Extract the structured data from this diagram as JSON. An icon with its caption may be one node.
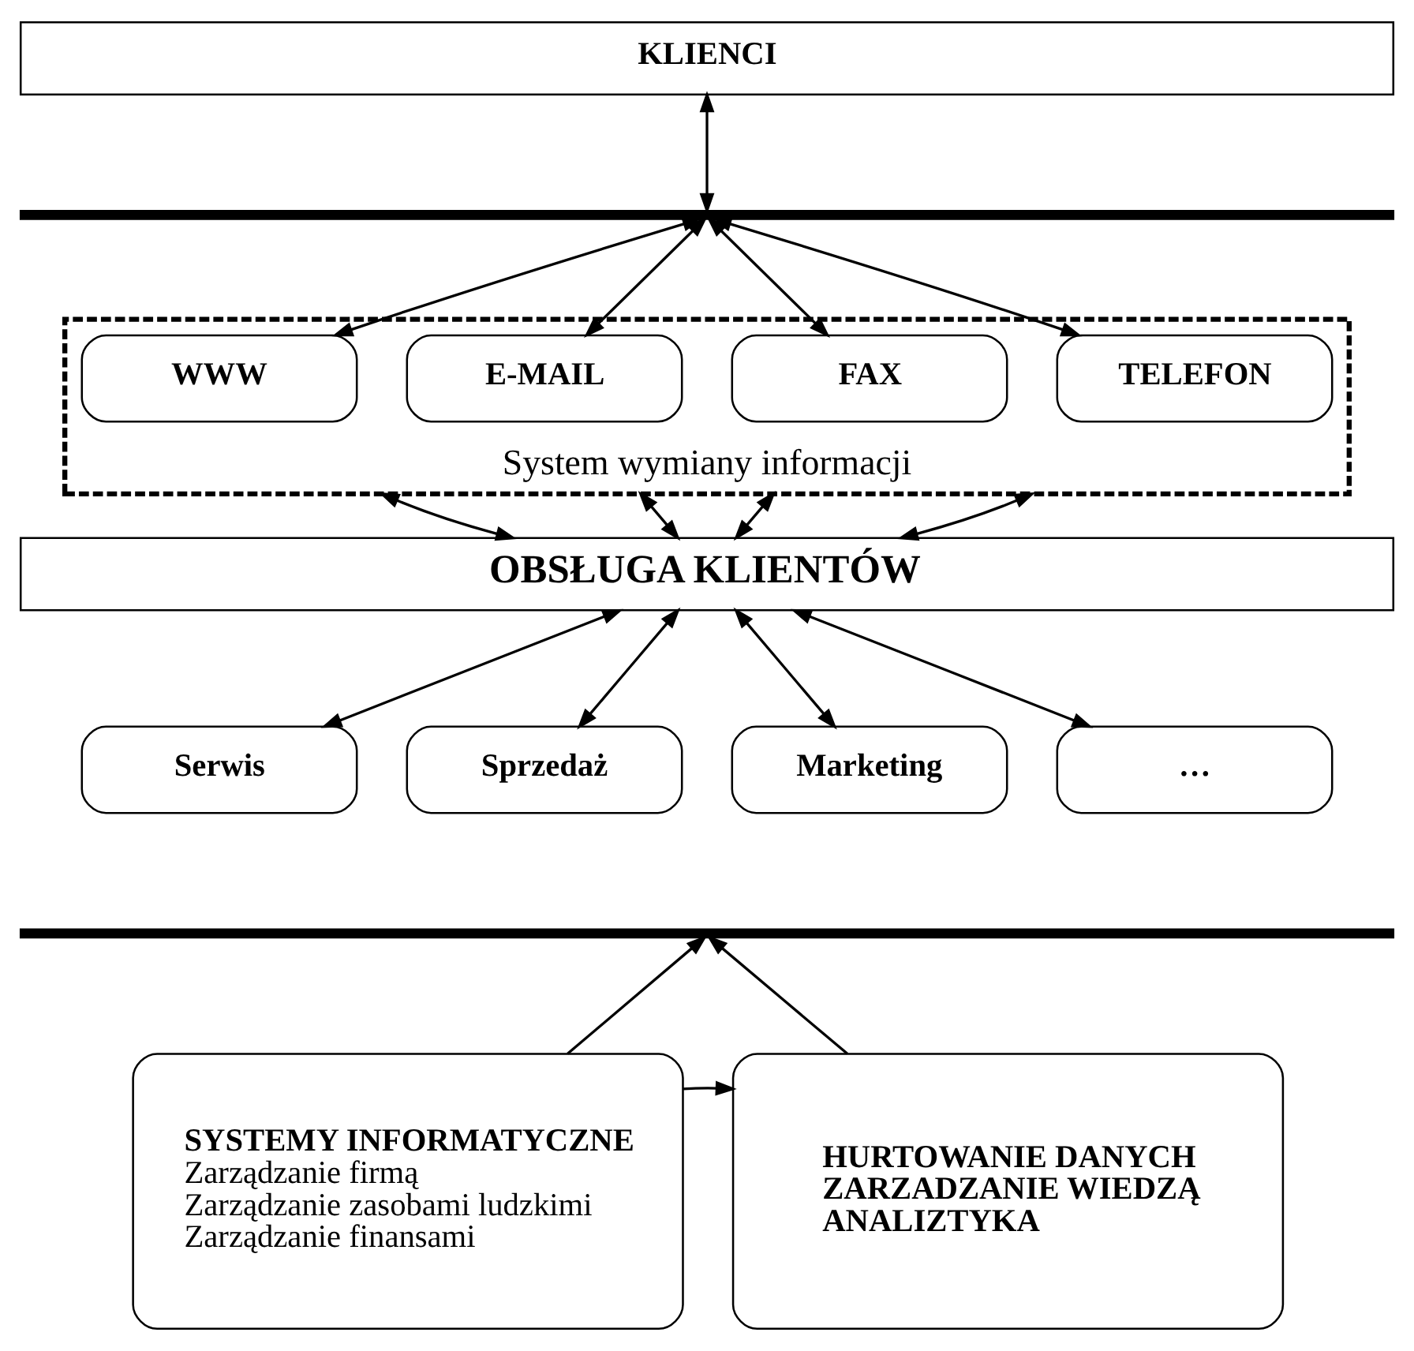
{
  "diagram": {
    "nodes": [
      {
        "text": [
          "KLIENCI"
        ]
      },
      {
        "text": [],
        "shape": "bar"
      },
      {
        "text": [
          "System wymiany informacji"
        ]
      },
      {
        "text": [
          "WWW"
        ],
        "in": 2
      },
      {
        "text": [
          "E-MAIL"
        ],
        "in": 2
      },
      {
        "text": [
          "FAX"
        ],
        "in": 2
      },
      {
        "text": [
          "TELEFON"
        ],
        "in": 2
      },
      {
        "text": [
          "OBSŁUGA KLIENTÓW"
        ]
      },
      {
        "text": [
          "Serwis"
        ]
      },
      {
        "text": [
          "Sprzedaż"
        ]
      },
      {
        "text": [
          "Marketing"
        ]
      },
      {
        "text": [
          "…"
        ]
      },
      {
        "text": [],
        "shape": "bar"
      },
      {
        "text": [
          "SYSTEMY INFORMATYCZNE",
          "Zarządzanie firmą",
          "Zarządzanie zasobami ludzkimi",
          "Zarządzanie finansami"
        ]
      },
      {
        "text": [
          "HURTOWANIE DANYCH",
          "ZARZADZANIE WIEDZĄ",
          "ANALIZTYKA"
        ]
      }
    ],
    "edges": [
      {
        "from": 0,
        "to": 1,
        "arrow": "both"
      },
      {
        "from": 1,
        "to": 3,
        "arrow": "both"
      },
      {
        "from": 1,
        "to": 4,
        "arrow": "both"
      },
      {
        "from": 1,
        "to": 5,
        "arrow": "both"
      },
      {
        "from": 1,
        "to": 6,
        "arrow": "both"
      },
      {
        "from": 2,
        "to": 7,
        "arrow": "both"
      },
      {
        "from": 2,
        "to": 7,
        "arrow": "both"
      },
      {
        "from": 2,
        "to": 7,
        "arrow": "both"
      },
      {
        "from": 2,
        "to": 7,
        "arrow": "both"
      },
      {
        "from": 7,
        "to": 8,
        "arrow": "both"
      },
      {
        "from": 7,
        "to": 9,
        "arrow": "both"
      },
      {
        "from": 7,
        "to": 10,
        "arrow": "both"
      },
      {
        "from": 7,
        "to": 11,
        "arrow": "both"
      },
      {
        "from": 13,
        "to": 12,
        "arrow": "to"
      },
      {
        "from": 14,
        "to": 12,
        "arrow": "to"
      },
      {
        "from": 13,
        "to": 14,
        "arrow": "to"
      }
    ]
  }
}
